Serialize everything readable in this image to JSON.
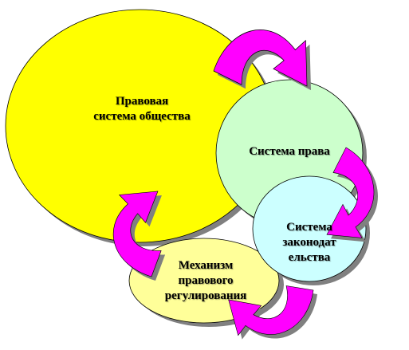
{
  "diagram": {
    "nodes": [
      {
        "id": "legal-system-of-society",
        "lines": [
          "Правовая",
          "система общества"
        ],
        "fill": "#ffff00"
      },
      {
        "id": "system-of-law",
        "lines": [
          "Система права"
        ],
        "fill": "#ccffcc"
      },
      {
        "id": "system-of-legislation",
        "lines": [
          "Система",
          "законодат",
          "ельства"
        ],
        "fill": "#ccffff"
      },
      {
        "id": "legal-regulation-mechanism",
        "lines": [
          "Механизм",
          "правового",
          "регулирования"
        ],
        "fill": "#ffff99"
      }
    ],
    "arrow_color": "#ff00ff",
    "shadow_color": "#808080",
    "outline_color": "#000000"
  }
}
